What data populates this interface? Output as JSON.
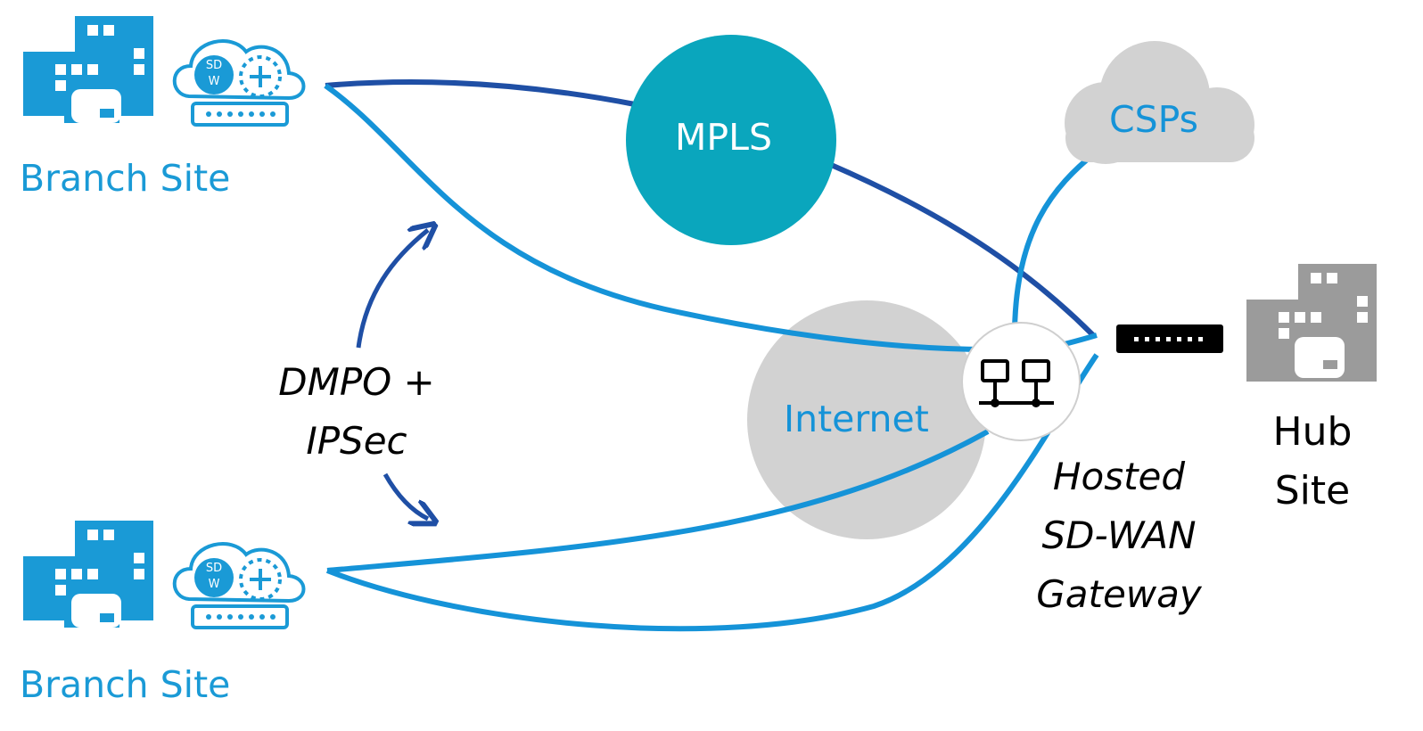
{
  "sites": {
    "branch_top_label": "Branch Site",
    "branch_bottom_label": "Branch Site",
    "hub_label_line1": "Hub",
    "hub_label_line2": "Site"
  },
  "sdw_badge": {
    "line1": "SD",
    "line2": "W"
  },
  "networks": {
    "mpls_label": "MPLS",
    "internet_label": "Internet",
    "csps_label": "CSPs"
  },
  "tunnel": {
    "label_line1": "DMPO +",
    "label_line2": "IPSec"
  },
  "gateway": {
    "label_line1": "Hosted",
    "label_line2": "SD-WAN",
    "label_line3": "Gateway"
  },
  "colors": {
    "branch_blue": "#1a9ad6",
    "mpls_teal": "#0aa6bd",
    "dark_blue": "#1f4fa5",
    "light_blue": "#1593d8",
    "grey": "#c8c8c8",
    "hub_grey": "#9b9b9b"
  }
}
